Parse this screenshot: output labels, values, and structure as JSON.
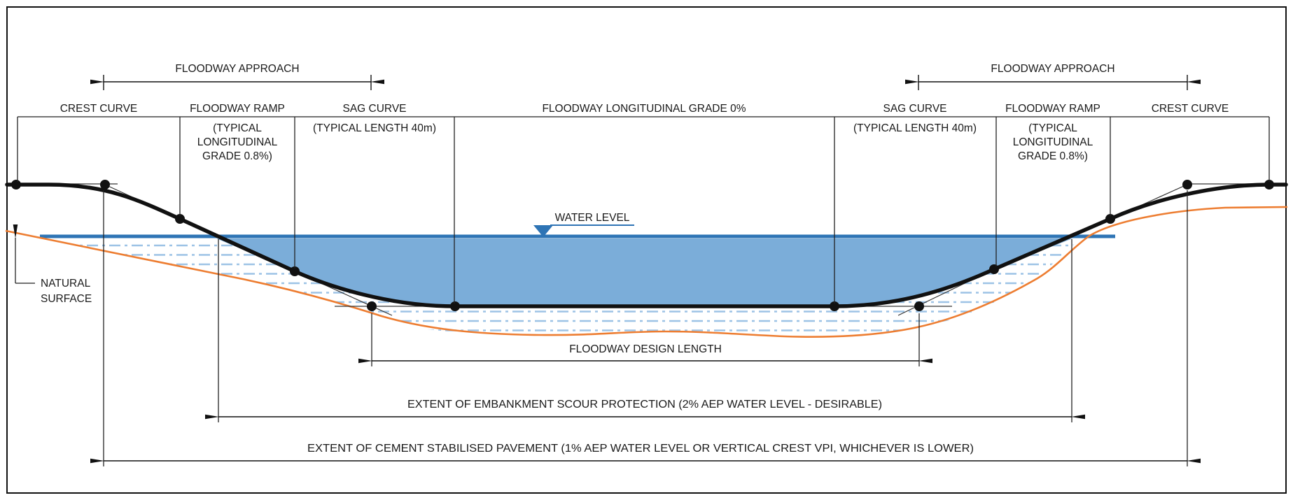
{
  "diagram": {
    "title_context": "Floodway longitudinal section concept diagram",
    "approach_left": {
      "label": "FLOODWAY APPROACH"
    },
    "approach_right": {
      "label": "FLOODWAY APPROACH"
    },
    "zones": {
      "crest_left": {
        "title": "CREST CURVE"
      },
      "ramp_left": {
        "title": "FLOODWAY RAMP",
        "sub1": "(TYPICAL",
        "sub2": "LONGITUDINAL",
        "sub3": "GRADE 0.8%)"
      },
      "sag_left": {
        "title": "SAG CURVE",
        "sub": "(TYPICAL LENGTH 40m)"
      },
      "grade_centre": {
        "title": "FLOODWAY LONGITUDINAL GRADE 0%"
      },
      "sag_right": {
        "title": "SAG CURVE",
        "sub": "(TYPICAL LENGTH 40m)"
      },
      "ramp_right": {
        "title": "FLOODWAY RAMP",
        "sub1": "(TYPICAL",
        "sub2": "LONGITUDINAL",
        "sub3": "GRADE 0.8%)"
      },
      "crest_right": {
        "title": "CREST CURVE"
      }
    },
    "water": {
      "label": "WATER LEVEL"
    },
    "natural_surface": {
      "line1": "NATURAL",
      "line2": "SURFACE"
    },
    "dimensions": {
      "design_length": "FLOODWAY DESIGN LENGTH",
      "scour": "EXTENT OF EMBANKMENT SCOUR PROTECTION (2% AEP WATER LEVEL - DESIRABLE)",
      "cement": "EXTENT OF CEMENT STABILISED PAVEMENT (1% AEP WATER LEVEL OR VERTICAL CREST VPI, WHICHEVER IS LOWER)"
    },
    "colors": {
      "water_line": "#2e74b5",
      "water_fill": "#7badd9",
      "hatch": "#9dc3e6",
      "natural_surface": "#ed7d31",
      "road": "#111111",
      "linework": "#333333"
    }
  }
}
